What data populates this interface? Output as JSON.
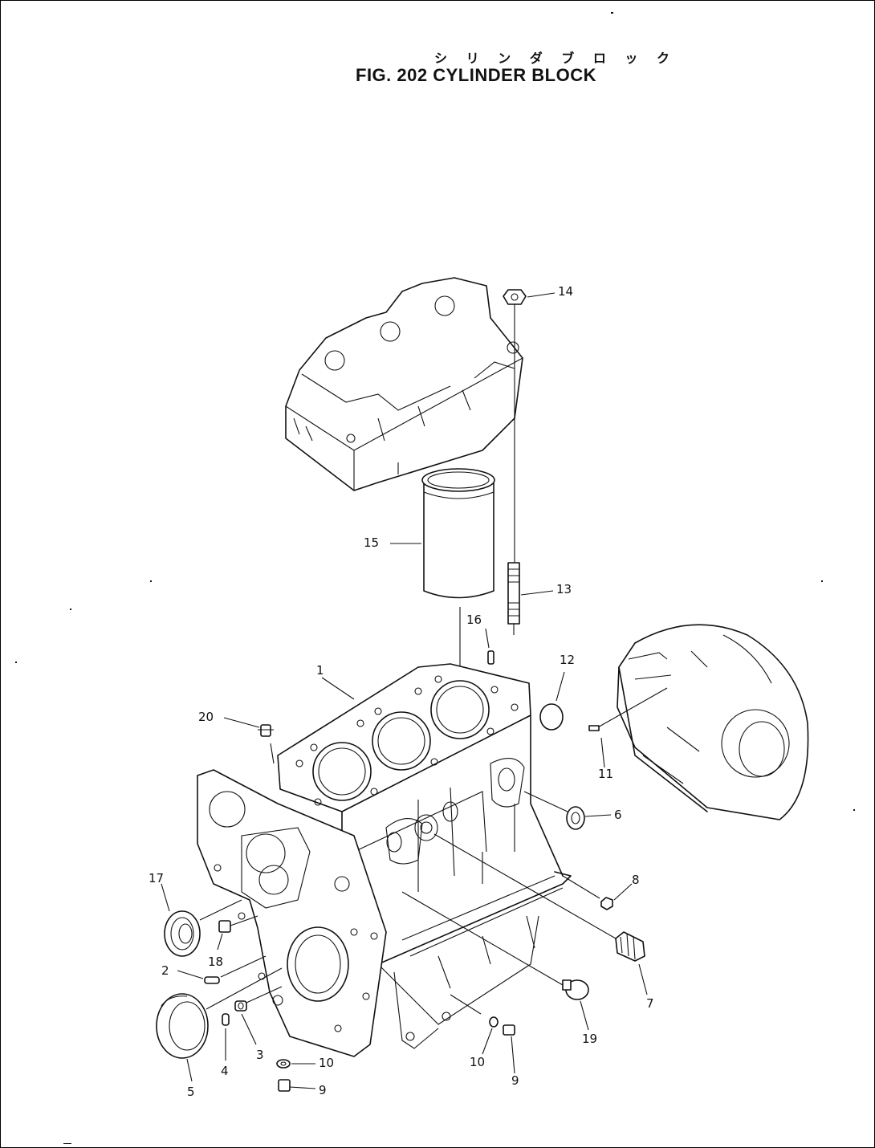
{
  "figure": {
    "title_jp": "シ リ ン ダ ブ ロ ッ ク",
    "title_en": "FIG. 202 CYLINDER BLOCK"
  },
  "callouts": {
    "c1": "1",
    "c2": "2",
    "c3": "3",
    "c4": "4",
    "c5": "5",
    "c6": "6",
    "c7": "7",
    "c8": "8",
    "c9a": "9",
    "c9b": "9",
    "c10a": "10",
    "c10b": "10",
    "c11": "11",
    "c12": "12",
    "c13": "13",
    "c14": "14",
    "c15": "15",
    "c16": "16",
    "c17": "17",
    "c18": "18",
    "c19": "19",
    "c20": "20"
  }
}
